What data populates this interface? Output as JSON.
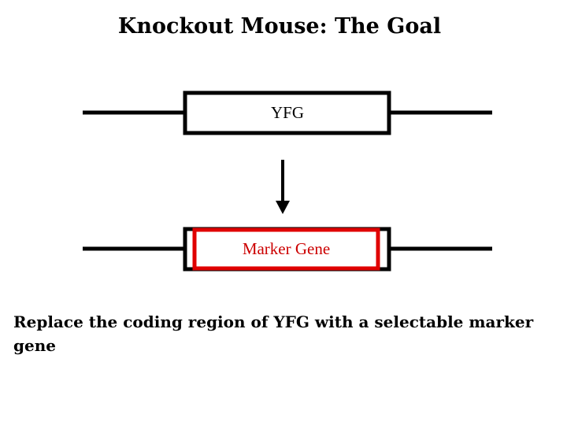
{
  "title": "Knockout Mouse: The Goal",
  "top_gene": {
    "label": "YFG"
  },
  "bottom_gene": {
    "label": "Marker Gene",
    "label_color": "#cc0000",
    "box_color": "#e00000"
  },
  "caption": "Replace the coding region of YFG with a selectable marker gene",
  "colors": {
    "line": "#000000",
    "background": "#ffffff"
  }
}
